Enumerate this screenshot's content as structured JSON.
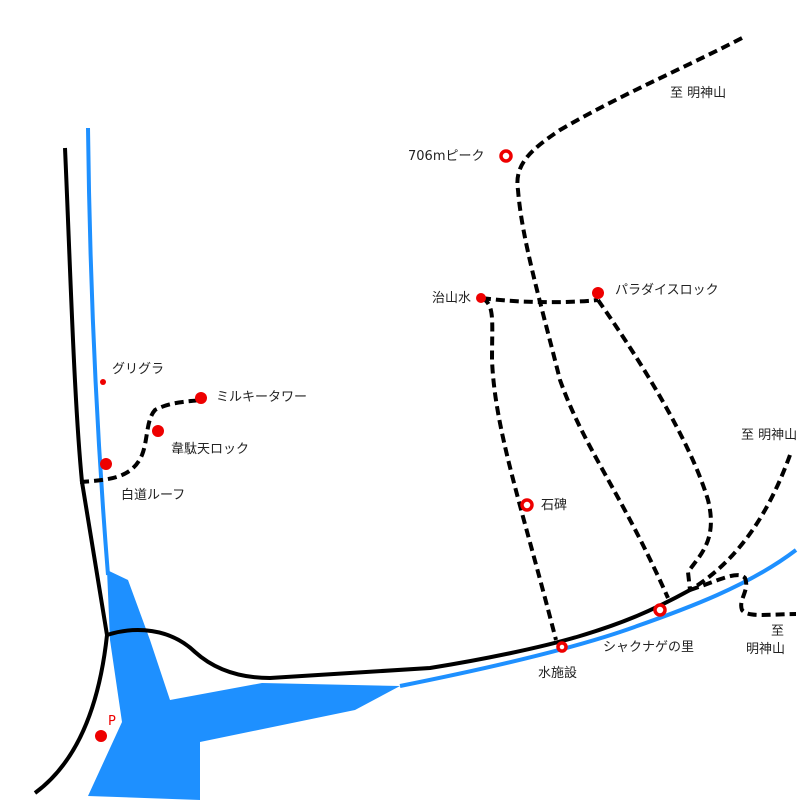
{
  "colors": {
    "river": "#1e90ff",
    "road": "#000000",
    "trail": "#000000",
    "marker": "#ee0000"
  },
  "labels": {
    "peak706": "706mピーク",
    "to_myojin_top": "至 明神山",
    "jisansui": "治山水",
    "paradise_rock": "パラダイスロック",
    "guriguri": "グリグラ",
    "milky_tower": "ミルキータワー",
    "idaten_rock": "韋駄天ロック",
    "hakudo_roof": "白道ルーフ",
    "sekihi": "石碑",
    "to_myojin_right": "至 明神山",
    "shakunage": "シャクナゲの里",
    "suishisetsu": "水施設",
    "to_myojin_bottom_1": "至",
    "to_myojin_bottom_2": "明神山",
    "parking": "P"
  }
}
